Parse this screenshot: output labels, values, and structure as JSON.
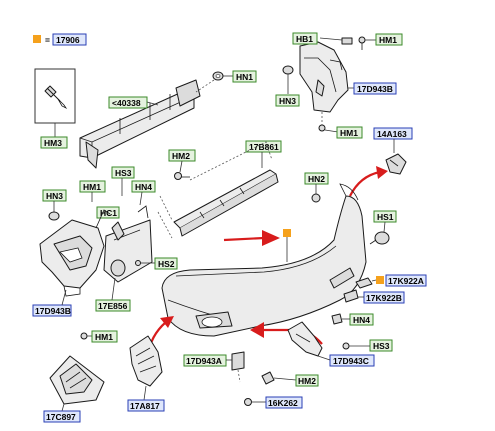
{
  "legend": {
    "code": "17906",
    "marker_color": "#f5a11c"
  },
  "labels": {
    "hn1_top": "HN1",
    "hm3": "HM3",
    "c40338": "<40338",
    "hb1": "HB1",
    "hm1_top": "HM1",
    "hn3": "HN3",
    "d17d943b_right": "17D943B",
    "hm1_right": "HM1",
    "c14a163": "14A163",
    "hm2_top": "HM2",
    "c17b861": "17B861",
    "hn2": "HN2",
    "hn3_left": "HN3",
    "hm1_left": "HM1",
    "hs3_left": "HS3",
    "hn4_left": "HN4",
    "hc1": "HC1",
    "hs1": "HS1",
    "hs2": "HS2",
    "c17d943b_left": "17D943B",
    "c17e856": "17E856",
    "c17k922a": "17K922A",
    "c17k922b": "17K922B",
    "hn4_right": "HN4",
    "hm1_bottom": "HM1",
    "hs3_right": "HS3",
    "c17d943a": "17D943A",
    "c17d943c": "17D943C",
    "hm2_bottom": "HM2",
    "c16k262": "16K262",
    "c17a817": "17A817",
    "c17c897": "17C897"
  },
  "colors": {
    "green_label_fill": "#e5f2df",
    "green_label_stroke": "#3b8a2a",
    "blue_label_fill": "#dfe7fb",
    "blue_label_stroke": "#2a3fb5",
    "arrow": "#d81c1c",
    "marker": "#f5a11c"
  }
}
